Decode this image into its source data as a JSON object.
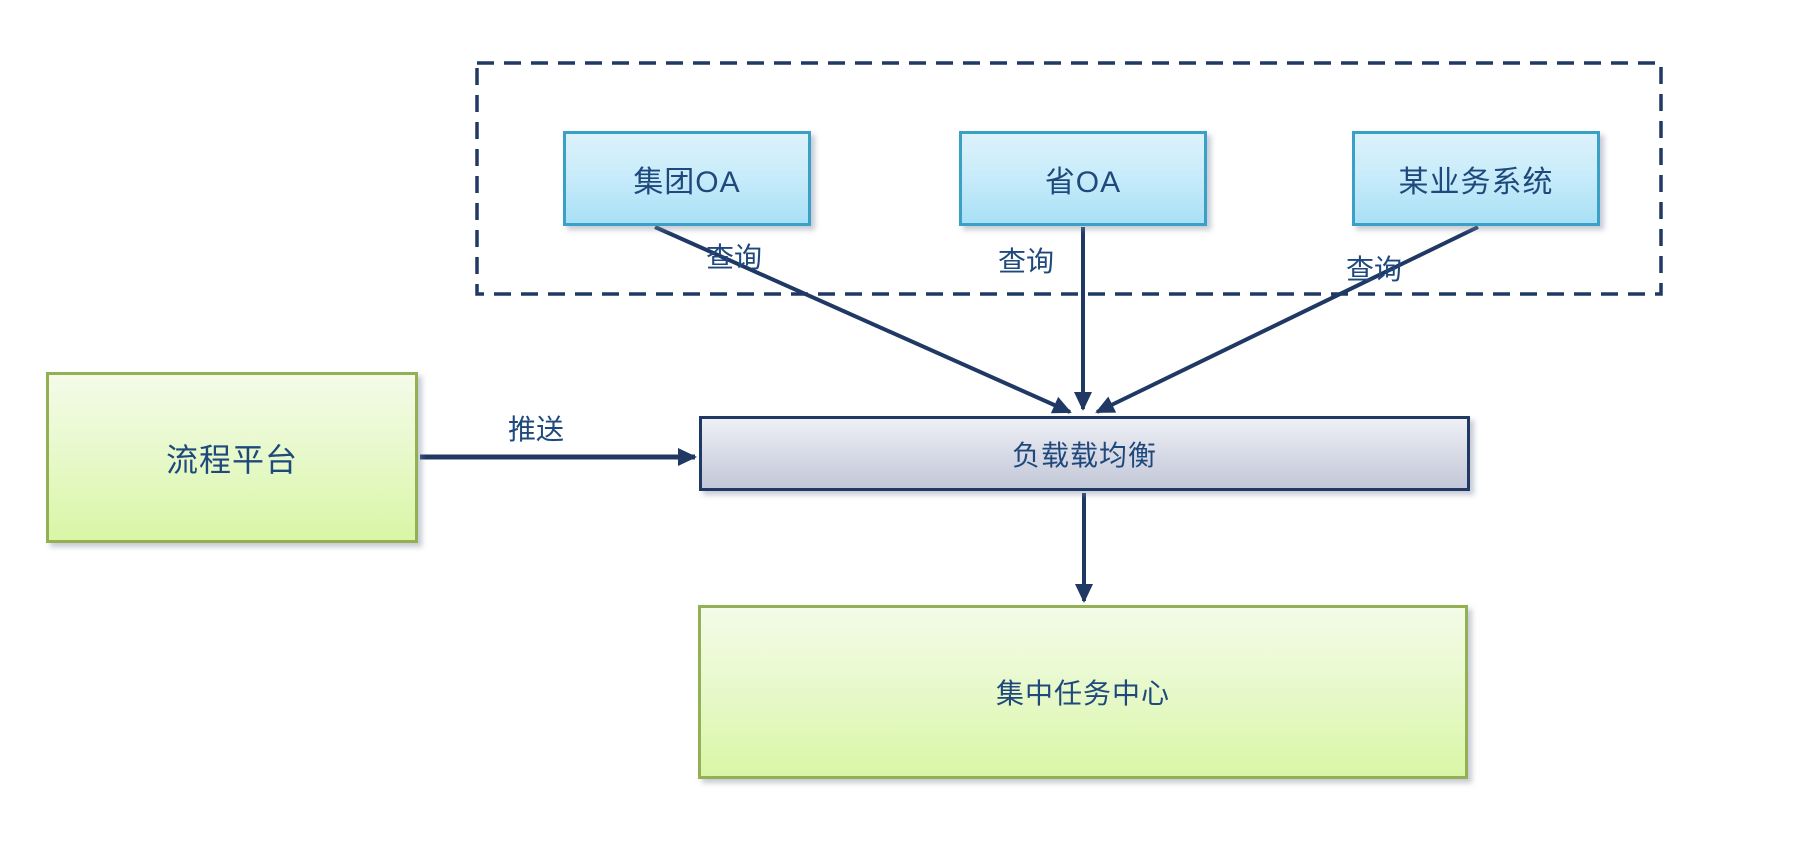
{
  "diagram": {
    "kind": "system-architecture-flow",
    "nodes": {
      "group_oa": {
        "label": "集团OA"
      },
      "province_oa": {
        "label": "省OA"
      },
      "business_system": {
        "label": "某业务系统"
      },
      "process_platform": {
        "label": "流程平台"
      },
      "load_balancer": {
        "label": "负载载均衡"
      },
      "task_center": {
        "label": "集中任务中心"
      }
    },
    "edge_labels": {
      "query_group_oa": "查询",
      "query_province_oa": "查询",
      "query_business_system": "查询",
      "push": "推送"
    },
    "colors": {
      "line_and_border": "#1f3864",
      "label_text": "#1f497d",
      "cyan_node_border": "#3ba0c6",
      "cyan_node_top": "#dcf2fb",
      "cyan_node_bottom": "#a9e0f5",
      "green_node_border": "#94b054",
      "green_node_top": "#f4fbe8",
      "green_node_bottom": "#d9f6a6",
      "gray_node_top": "#eef0f6",
      "gray_node_bottom": "#c3c8d8",
      "background": "#ffffff"
    }
  }
}
